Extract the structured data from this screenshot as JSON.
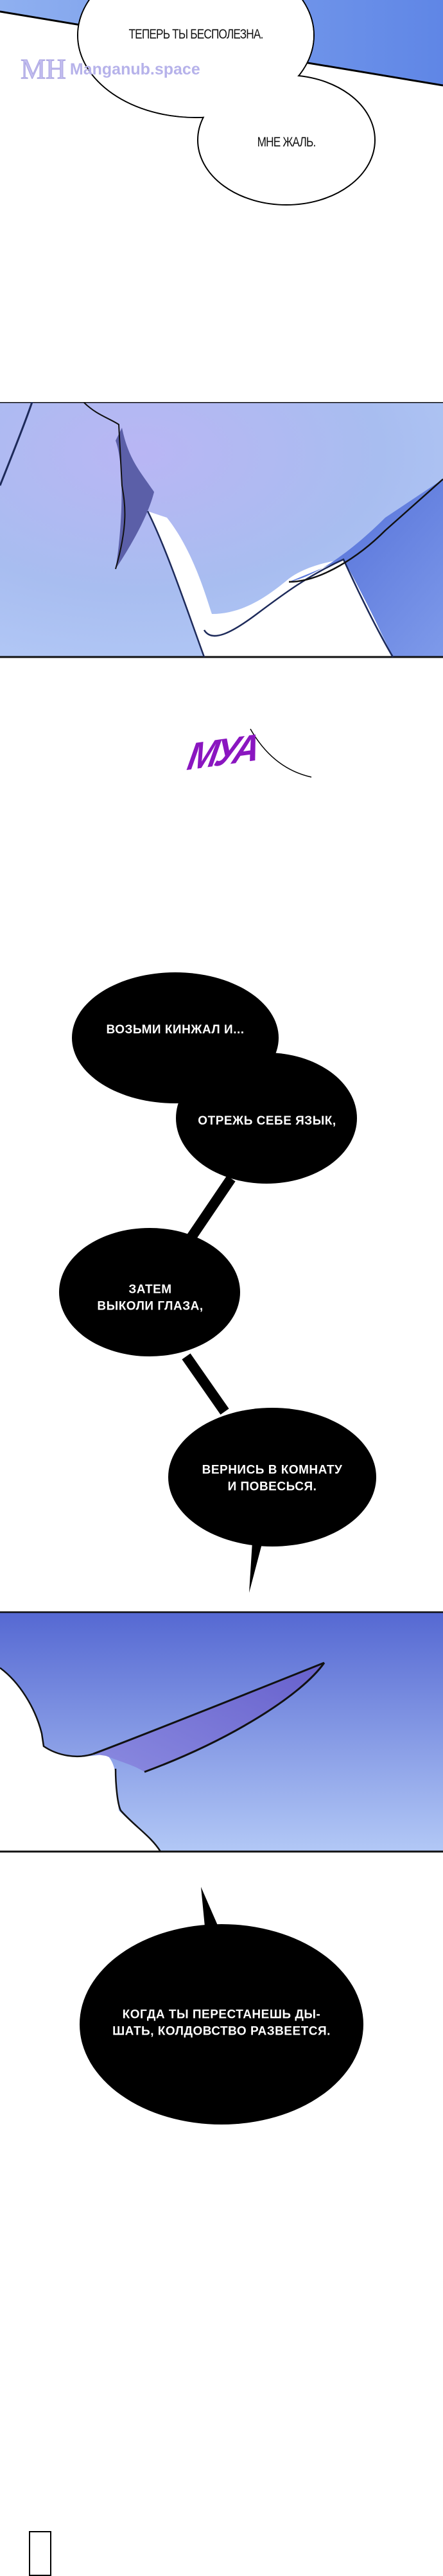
{
  "watermark": {
    "logo": "MH",
    "text": "Manganub.space"
  },
  "panel1": {
    "bubble_top": "ТЕПЕРЬ ТЫ БЕСПОЛЕЗНА.",
    "bubble_bottom": "МНЕ ЖАЛЬ."
  },
  "sfx": {
    "text": "МУА",
    "color": "#8a16c0"
  },
  "dialogue": {
    "bubble1": "ВОЗЬМИ КИНЖАЛ И...",
    "bubble2": "ОТРЕЖЬ СЕБЕ ЯЗЫК,",
    "bubble3_line1": "ЗАТЕМ",
    "bubble3_line2": "ВЫКОЛИ ГЛАЗА,",
    "bubble4_line1": "ВЕРНИСЬ В КОМНАТУ",
    "bubble4_line2": "И ПОВЕСЬСЯ.",
    "bubble5_line1": "КОГДА ТЫ ПЕРЕСТАНЕШЬ ДЫ-",
    "bubble5_line2": "ШАТЬ, КОЛДОВСТВО РАЗВЕЕТСЯ."
  },
  "colors": {
    "panel_blue_light": "#b0c4f4",
    "panel_blue_dark": "#5568d2",
    "bubble_black": "#000000"
  }
}
